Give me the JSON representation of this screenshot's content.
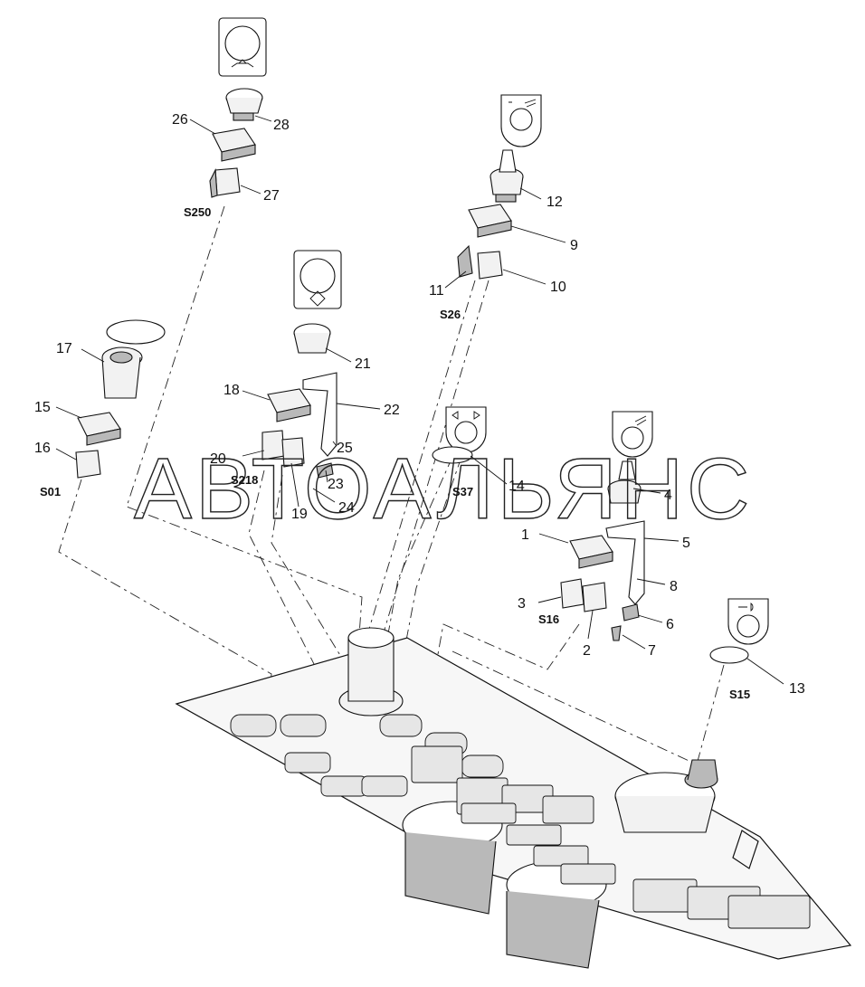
{
  "watermark": "АВТОАЛЬЯНС",
  "callouts": [
    {
      "id": "c1",
      "label": "1"
    },
    {
      "id": "c2",
      "label": "2"
    },
    {
      "id": "c3",
      "label": "3"
    },
    {
      "id": "c4",
      "label": "4"
    },
    {
      "id": "c5",
      "label": "5"
    },
    {
      "id": "c6",
      "label": "6"
    },
    {
      "id": "c7",
      "label": "7"
    },
    {
      "id": "c8",
      "label": "8"
    },
    {
      "id": "c9",
      "label": "9"
    },
    {
      "id": "c10",
      "label": "10"
    },
    {
      "id": "c11",
      "label": "11"
    },
    {
      "id": "c12",
      "label": "12"
    },
    {
      "id": "c13",
      "label": "13"
    },
    {
      "id": "c14",
      "label": "14"
    },
    {
      "id": "c15",
      "label": "15"
    },
    {
      "id": "c16",
      "label": "16"
    },
    {
      "id": "c17",
      "label": "17"
    },
    {
      "id": "c18",
      "label": "18"
    },
    {
      "id": "c19",
      "label": "19"
    },
    {
      "id": "c20",
      "label": "20"
    },
    {
      "id": "c21",
      "label": "21"
    },
    {
      "id": "c22",
      "label": "22"
    },
    {
      "id": "c23",
      "label": "23"
    },
    {
      "id": "c24",
      "label": "24"
    },
    {
      "id": "c25",
      "label": "25"
    },
    {
      "id": "c26",
      "label": "26"
    },
    {
      "id": "c27",
      "label": "27"
    },
    {
      "id": "c28",
      "label": "28"
    }
  ],
  "switch_codes": [
    {
      "id": "s250",
      "label": "S250"
    },
    {
      "id": "s26",
      "label": "S26"
    },
    {
      "id": "s218",
      "label": "S218"
    },
    {
      "id": "s01",
      "label": "S01"
    },
    {
      "id": "s37",
      "label": "S37"
    },
    {
      "id": "s16",
      "label": "S16"
    },
    {
      "id": "s15",
      "label": "S15"
    }
  ],
  "icons": [
    "wiper-symbol-icon",
    "horn-symbol-icon",
    "hazard-symbol-icon",
    "arrows-symbol-icon",
    "wiper-symbol-icon",
    "lights-symbol-icon"
  ],
  "colors": {
    "line": "#111111",
    "background": "#ffffff"
  }
}
